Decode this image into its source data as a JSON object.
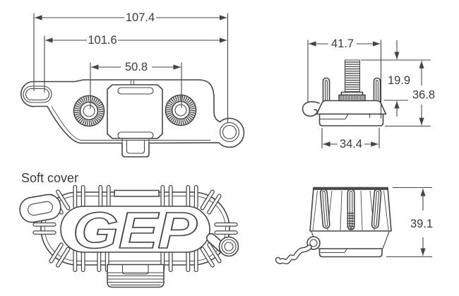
{
  "page": {
    "background_color": "#ffffff",
    "line_color": "#454545",
    "text_color": "#3b3b3b"
  },
  "views": {
    "base_top": {
      "dim_overall_length": "107.4",
      "dim_mount_length": "101.6",
      "dim_stud_spacing": "50.8"
    },
    "base_side": {
      "dim_top_width": "41.7",
      "dim_stud_height": "19.9",
      "dim_overall_height": "36.8",
      "dim_base_width": "34.4"
    },
    "cover_top": {
      "label": "Soft cover",
      "logo_text": "GEP"
    },
    "cover_side": {
      "dim_overall_height": "39.1"
    }
  }
}
